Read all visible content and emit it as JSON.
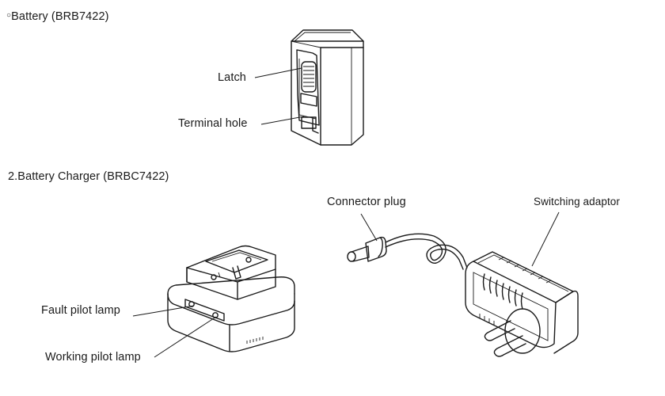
{
  "sections": {
    "battery": {
      "marker": "○",
      "heading": "Battery (BRB7422)",
      "labels": {
        "latch": "Latch",
        "terminal_hole": "Terminal hole"
      }
    },
    "charger": {
      "heading": "2.Battery Charger (BRBC7422)",
      "labels": {
        "connector_plug": "Connector plug",
        "switching_adaptor": "Switching adaptor",
        "fault_pilot_lamp": "Fault pilot lamp",
        "working_pilot_lamp": "Working pilot lamp"
      }
    }
  }
}
